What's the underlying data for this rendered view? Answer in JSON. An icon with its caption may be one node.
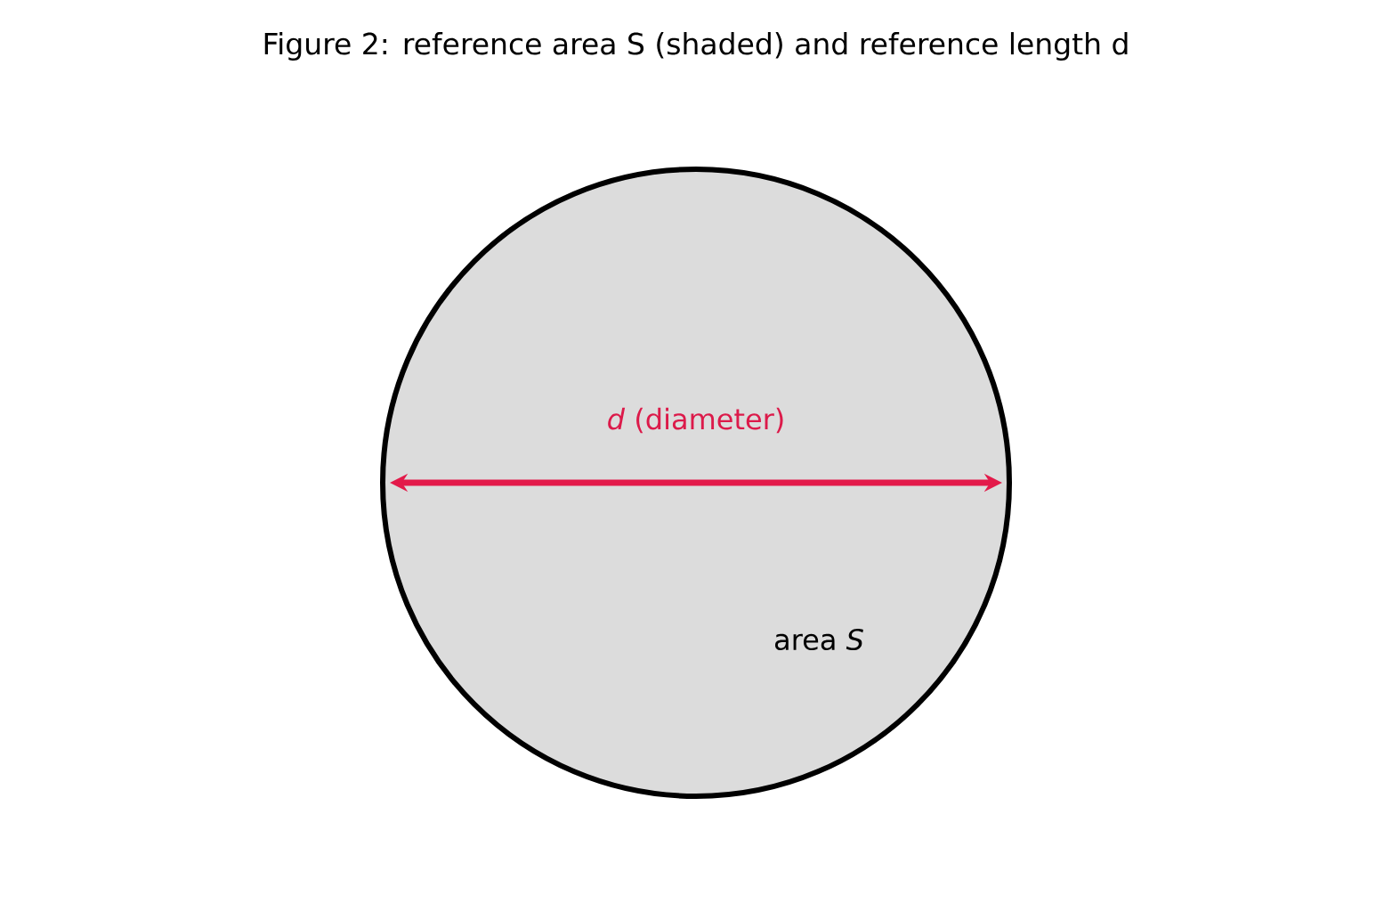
{
  "diagram": {
    "title": "Figure 2: reference area S (shaded) and reference length d",
    "nodes": [
      {
        "text": [
          "area *S*"
        ]
      }
    ],
    "labels": [
      "*d* (diameter)"
    ]
  }
}
